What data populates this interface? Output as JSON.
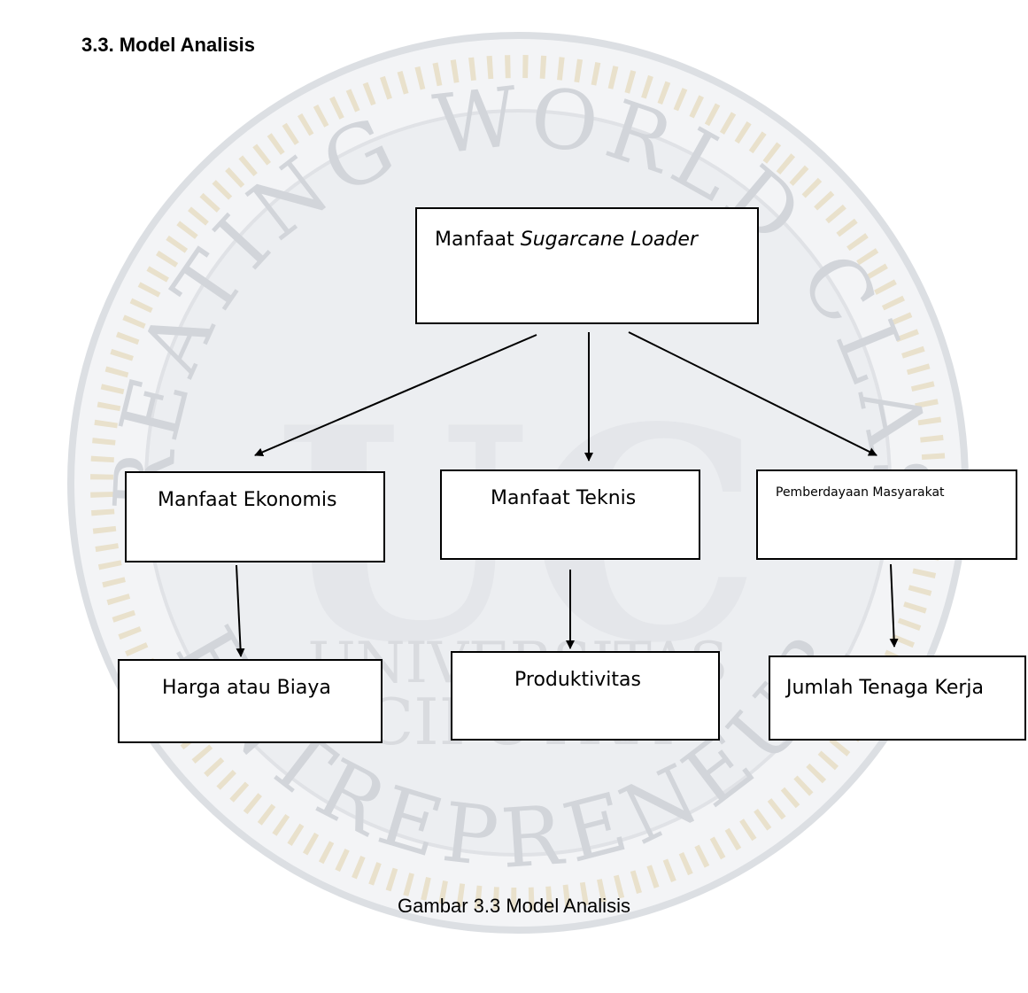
{
  "heading": "3.3. Model Analisis",
  "diagram": {
    "root": {
      "prefix": "Manfaat ",
      "emphasis": "Sugarcane Loader"
    },
    "categories": [
      "Manfaat Ekonomis",
      "Manfaat Teknis",
      "Pemberdayaan Masyarakat"
    ],
    "indicators": [
      "Harga atau Biaya",
      "Produktivitas",
      "Jumlah Tenaga Kerja"
    ]
  },
  "caption": "Gambar 3.3 Model Analisis",
  "watermark": {
    "top_arc": "CREATING WORLD CLASS",
    "bottom_arc": "ENTREPRENEUR",
    "monogram": "UC",
    "institution_line1": "UNIVERSITAS",
    "institution_line2": "CIPUTRA",
    "colors": {
      "ring": "#c9ccd2",
      "letters": "#d6d8dc",
      "gold": "#efe7d3"
    }
  }
}
